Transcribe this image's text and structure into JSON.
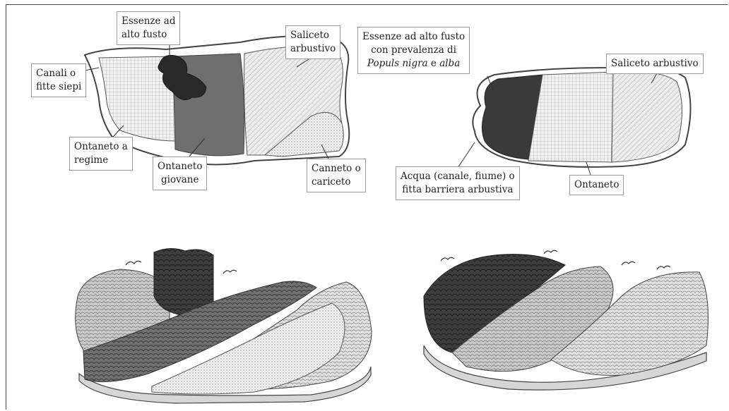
{
  "colors": {
    "dark": "#3a3a3a",
    "darker": "#262626",
    "medium": "#6e6e6e",
    "light": "#d9d9d9",
    "lighter": "#ececec",
    "outline": "#444444"
  },
  "left_diagram": {
    "labels": {
      "essenze": [
        "Essenze ad",
        "alto fusto"
      ],
      "saliceto": [
        "Saliceto",
        "arbustivo"
      ],
      "canali": [
        "Canali o",
        "fitte siepi"
      ],
      "ontaneto_regime": [
        "Ontaneto a",
        "regime"
      ],
      "ontaneto_giovane": [
        "Ontaneto",
        "giovane"
      ],
      "canneto": [
        "Canneto o",
        "cariceto"
      ]
    }
  },
  "right_diagram": {
    "labels": {
      "essenze_line1": "Essenze ad alto fusto",
      "essenze_line2": "con prevalenza di",
      "essenze_line3_species": "Populs nigra",
      "essenze_line3_join": " e ",
      "essenze_line3_species2": "alba",
      "saliceto": "Saliceto arbustivo",
      "acqua": [
        "Acqua (canale, fiume) o",
        "fitta barriera arbustiva"
      ],
      "ontaneto": "Ontaneto"
    }
  }
}
